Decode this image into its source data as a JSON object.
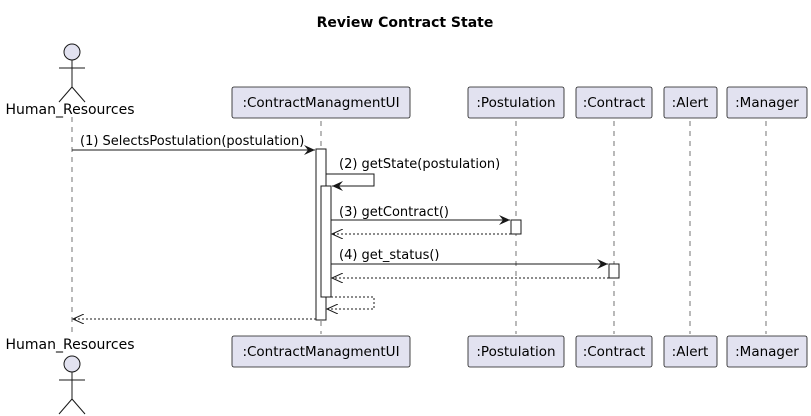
{
  "diagram": {
    "title": "Review Contract State",
    "actor": {
      "label": "Human_Resources"
    },
    "participants": [
      {
        "id": "ui",
        "label": ":ContractManagmentUI"
      },
      {
        "id": "postulation",
        "label": ":Postulation"
      },
      {
        "id": "contract",
        "label": ":Contract"
      },
      {
        "id": "alert",
        "label": ":Alert"
      },
      {
        "id": "manager",
        "label": ":Manager"
      }
    ],
    "messages": [
      {
        "label": "(1) SelectsPostulation(postulation)"
      },
      {
        "label": "(2) getState(postulation)"
      },
      {
        "label": "(3) getContract()"
      },
      {
        "label": "(4) get_status()"
      }
    ]
  }
}
